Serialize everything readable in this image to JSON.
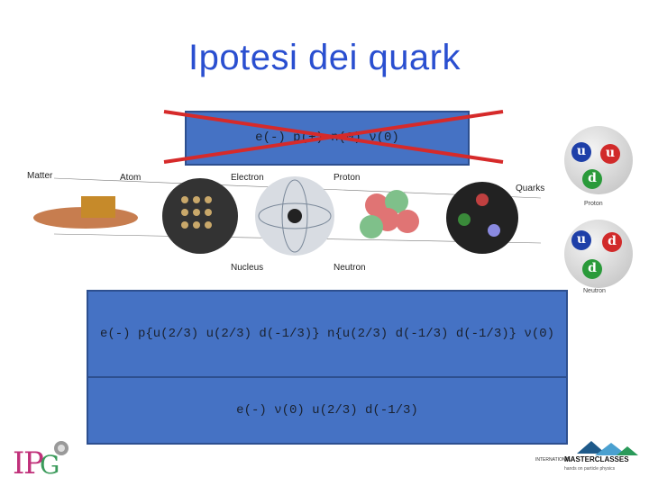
{
  "title": "Ipotesi dei quark",
  "box1": {
    "text": "e(-)  p(+)  n(0)  ν(0)"
  },
  "box2": {
    "text": "e(-)  p{u(2/3) u(2/3) d(-1/3)}  n{u(2/3) d(-1/3) d(-1/3)}  ν(0)"
  },
  "box3": {
    "text": "e(-)  ν(0)  u(2/3)  d(-1/3)"
  },
  "diagram": {
    "labels": {
      "matter": "Matter",
      "atom": "Atom",
      "electron": "Electron",
      "proton": "Proton",
      "quarks": "Quarks",
      "nucleus": "Nucleus",
      "neutron": "Neutron"
    }
  },
  "proton_panel": {
    "label": "Proton",
    "q1": "u",
    "q2": "u",
    "q3": "d"
  },
  "neutron_panel": {
    "label": "Neutron",
    "q1": "u",
    "q2": "d",
    "q3": "d"
  },
  "logos": {
    "masterclasses_line1": "INTERNATIONAL",
    "masterclasses_line2": "MASTERCLASSES",
    "masterclasses_line3": "hands on particle physics"
  },
  "colors": {
    "title": "#2a4fd0",
    "box": "#4572c4",
    "cross": "#d62a2a"
  }
}
